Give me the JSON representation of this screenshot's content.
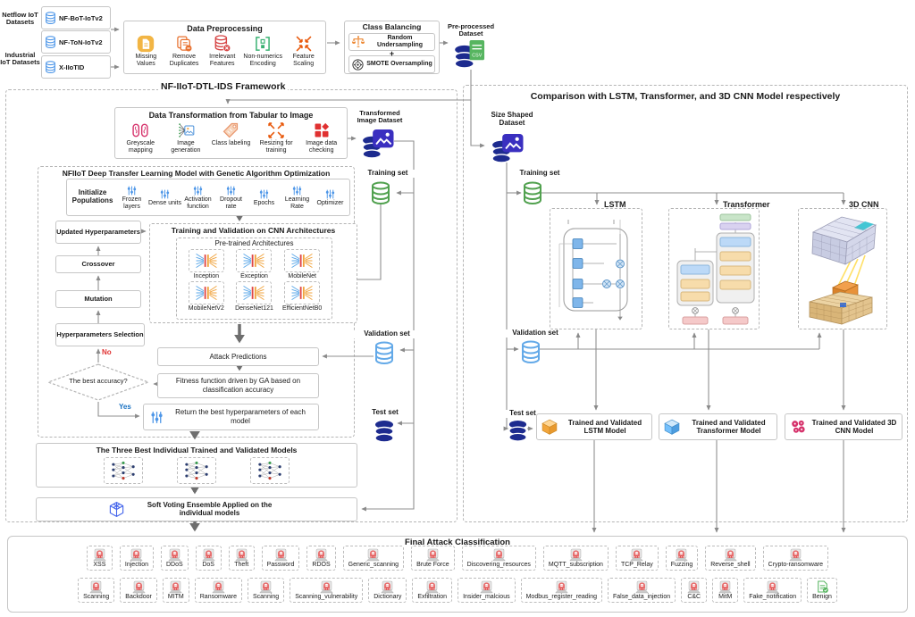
{
  "top": {
    "netflow_group": "Netflow IoT Datasets",
    "industrial_group": "Industrial IoT Datasets",
    "dataset_nf1": "NF-BoT-IoTv2",
    "dataset_nf2": "NF-ToN-IoTv2",
    "dataset_x": "X-IIoTID",
    "preprocessing": {
      "title": "Data Preprocessing",
      "steps": [
        "Missing Values",
        "Remove Duplicates",
        "Irrelevant Features",
        "Non-numerics Encoding",
        "Feature Scaling"
      ]
    },
    "class_balancing": {
      "title": "Class Balancing",
      "step1": "Random Undersampling",
      "plus": "+",
      "step2": "SMOTE Oversampling"
    },
    "preprocessed_label": "Pre-processed Dataset"
  },
  "framework": {
    "title": "NF-IIoT-DTL-IDS Framework",
    "transformation": {
      "title": "Data Transformation from Tabular to Image",
      "steps": [
        "Greyscale mapping",
        "Image generation",
        "Class labeling",
        "Resizing for training",
        "Image data checking"
      ]
    },
    "transformed_label": "Transformed Image Dataset",
    "training_set": "Training set",
    "validation_set": "Validation set",
    "test_set": "Test set",
    "ga": {
      "title": "NFIIoT Deep Transfer Learning Model with Genetic Algorithm Optimization",
      "init_label": "Initialize Populations",
      "hyperparams": [
        "Frozen layers",
        "Dense units",
        "Activation function",
        "Dropout rate",
        "Epochs",
        "Learning Rate",
        "Optimizer"
      ],
      "updated": "Updated Hyperparameters",
      "crossover": "Crossover",
      "mutation": "Mutation",
      "selection": "Hyperparameters Selection",
      "decision": "The best accuracy?",
      "no": "No",
      "yes": "Yes",
      "train_val_title": "Training and Validation on CNN Architectures",
      "pretrained_title": "Pre-trained Architectures",
      "architectures": [
        "Inception",
        "Exception",
        "MobileNet",
        "MobileNetV2",
        "DenseNet121",
        "EfficientNetB0"
      ],
      "attack_predictions": "Attack Predictions",
      "fitness": "Fitness function driven by GA based on classification accuracy",
      "return_best": "Return the best hyperparameters of each model"
    },
    "three_best_title": "The Three Best Individual Trained and Validated Models",
    "soft_voting": "Soft Voting Ensemble Applied on the individual models"
  },
  "comparison": {
    "title": "Comparison with LSTM, Transformer, and 3D CNN Model respectively",
    "size_shaped_label": "Size Shaped Dataset",
    "training_set": "Training set",
    "validation_set": "Validation set",
    "test_set": "Test set",
    "model_lstm": "LSTM",
    "model_transformer": "Transformer",
    "model_3dcnn": "3D CNN",
    "trained_lstm": "Trained and Validated LSTM Model",
    "trained_transformer": "Trained and Validated Transformer Model",
    "trained_3dcnn": "Trained and Validated 3D CNN Model"
  },
  "final": {
    "title": "Final Attack Classification",
    "row1": [
      "XSS",
      "Injection",
      "DDoS",
      "DoS",
      "Theft",
      "Password",
      "RDOS",
      "Generic_scanning",
      "Brute Force",
      "Discovering_resources",
      "MQTT_subscription",
      "TCP_Relay",
      "Fuzzing",
      "Reverse_shell",
      "Crypto-ransomware"
    ],
    "row2": [
      "Scanning",
      "Backdoor",
      "MITM",
      "Ransomware",
      "Scanning",
      "Scanning_vulnerability",
      "Dictionary",
      "Exfiltration",
      "Insider_malcious",
      "Modbus_register_reading",
      "False_data_injection",
      "C&C",
      "MitM",
      "Fake_notification"
    ],
    "benign": "Benign"
  }
}
